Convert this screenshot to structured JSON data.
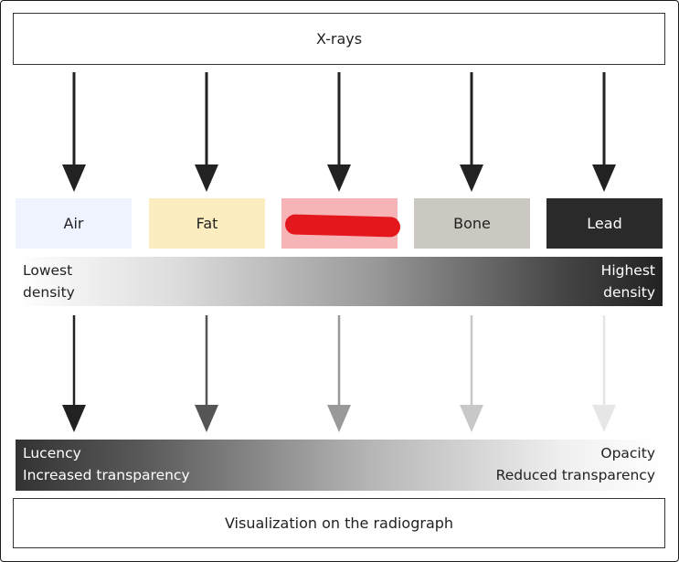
{
  "top_box": {
    "label": "X-rays"
  },
  "materials": [
    {
      "label": "Air",
      "bg": "#eef3ff",
      "fg": "#222222"
    },
    {
      "label": "Fat",
      "bg": "#fbedc0",
      "fg": "#222222"
    },
    {
      "label": "",
      "bg": "#f6b4b7",
      "fg": "#222222",
      "redacted": true
    },
    {
      "label": "Bone",
      "bg": "#cac8c0",
      "fg": "#222222"
    },
    {
      "label": "Lead",
      "bg": "#2a2a2a",
      "fg": "#ffffff"
    }
  ],
  "density_band": {
    "left_line1": "Lowest",
    "left_line2": "density",
    "right_line1": "Highest",
    "right_line2": "density"
  },
  "visual_band": {
    "left_line1": "Lucency",
    "left_line2": "Increased transparency",
    "right_line1": "Opacity",
    "right_line2": "Reduced transparency"
  },
  "bottom_box": {
    "label": "Visualization on the radiograph"
  },
  "colors": {
    "upper_arrows": "#222222",
    "lower_arrows": [
      "#222222",
      "#555555",
      "#999999",
      "#c8c8c8",
      "#e6e6e6"
    ],
    "redaction": "#e4171c"
  }
}
